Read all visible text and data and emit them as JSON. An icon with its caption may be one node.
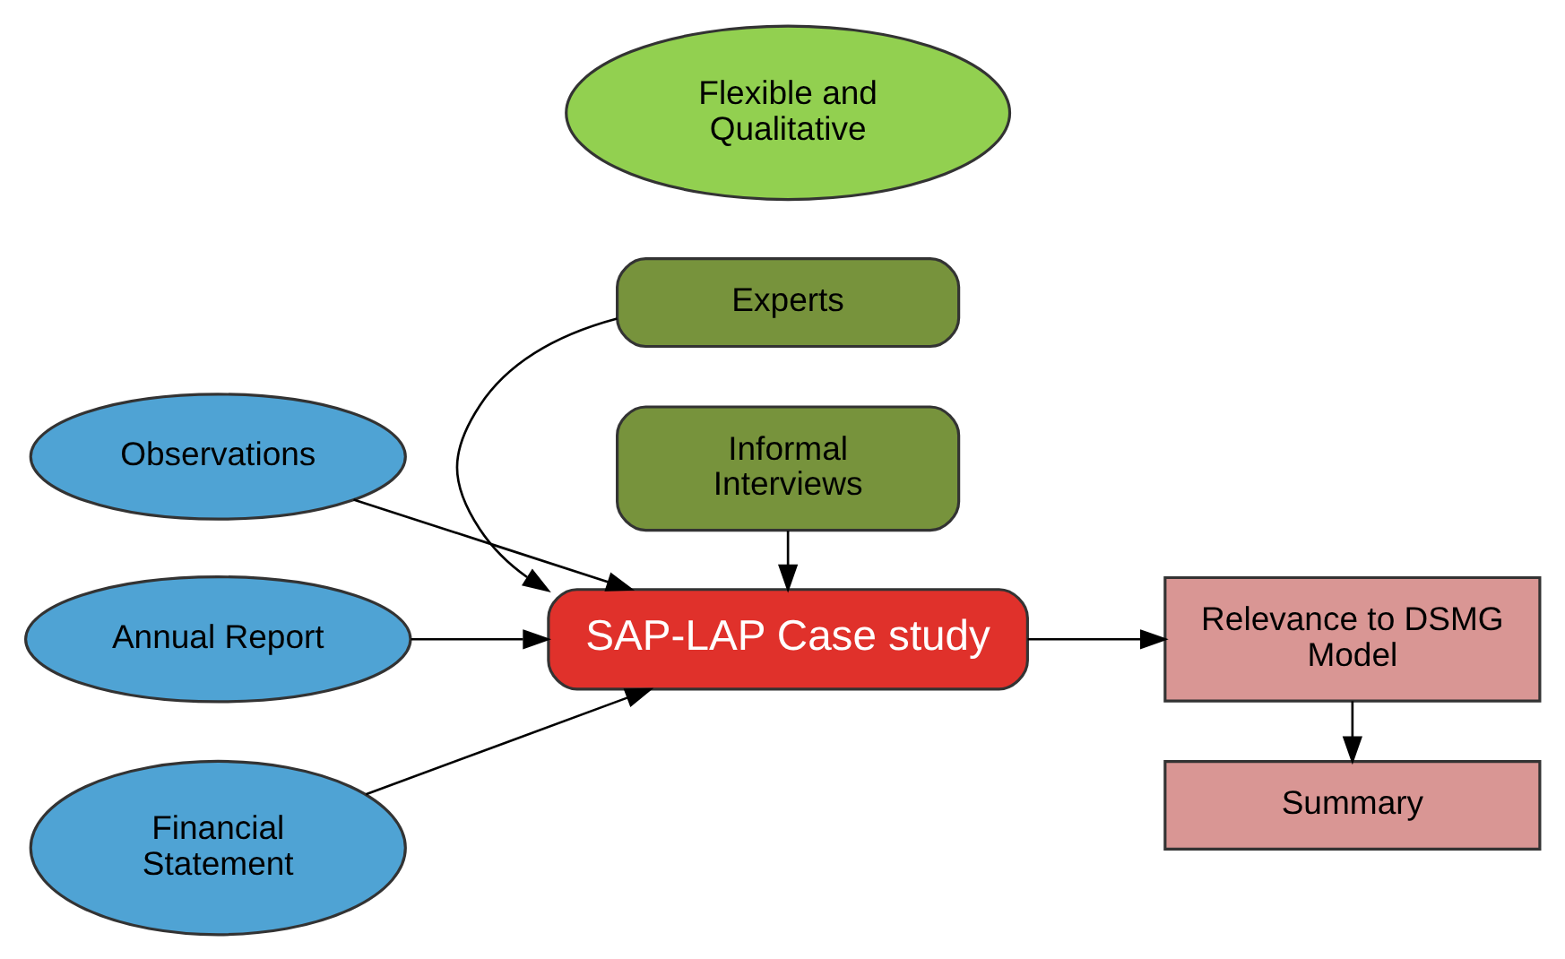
{
  "diagram": {
    "nodes": [
      {
        "text": [
          "Observations"
        ]
      },
      {
        "text": [
          "Annual Report"
        ]
      },
      {
        "text": [
          "Financial Statement"
        ]
      },
      {
        "text": [
          "Flexible and Qualitative"
        ]
      },
      {
        "text": [
          "SAP-LAP Case study"
        ]
      },
      {
        "text": [
          "Experts"
        ]
      },
      {
        "text": [
          "Informal Interviews"
        ]
      },
      {
        "text": [
          "Relevance to DSMG Model"
        ]
      },
      {
        "text": [
          "Summary"
        ]
      }
    ],
    "edges": [
      {
        "from": 0,
        "to": 4,
        "arrow": "to"
      },
      {
        "from": 1,
        "to": 4,
        "arrow": "to"
      },
      {
        "from": 2,
        "to": 4,
        "arrow": "to"
      },
      {
        "from": 5,
        "to": 4,
        "arrow": "to"
      },
      {
        "from": 6,
        "to": 4,
        "arrow": "to"
      },
      {
        "from": 4,
        "to": 7,
        "arrow": "to"
      },
      {
        "from": 7,
        "to": 8,
        "arrow": "to"
      }
    ]
  }
}
